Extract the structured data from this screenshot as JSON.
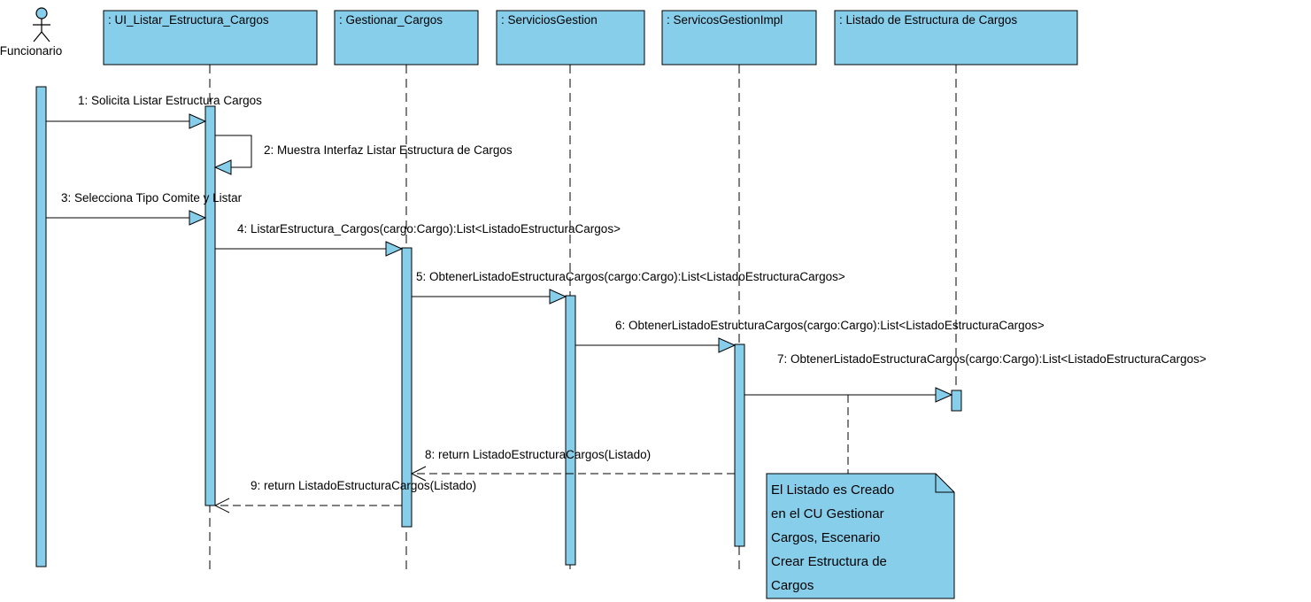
{
  "diagram": {
    "actor": {
      "name": "Funcionario"
    },
    "lifelines": [
      ": UI_Listar_Estructura_Cargos",
      ": Gestionar_Cargos",
      ": ServiciosGestion",
      ": ServicosGestionImpl",
      ": Listado de Estructura de Cargos"
    ],
    "messages": [
      "1: Solicita Listar Estructura  Cargos",
      "2: Muestra Interfaz Listar Estructura de Cargos",
      "3: Selecciona Tipo Comite y Listar",
      "4: ListarEstructura_Cargos(cargo:Cargo):List<ListadoEstructuraCargos>",
      "5: ObtenerListadoEstructuraCargos(cargo:Cargo):List<ListadoEstructuraCargos>",
      "6: ObtenerListadoEstructuraCargos(cargo:Cargo):List<ListadoEstructuraCargos>",
      "7: ObtenerListadoEstructuraCargos(cargo:Cargo):List<ListadoEstructuraCargos>",
      "8: return ListadoEstructuraCargos(Listado)",
      "9: return ListadoEstructuraCargos(Listado)"
    ],
    "note": [
      "El Listado es Creado",
      "en el CU Gestionar",
      "Cargos, Escenario",
      "Crear Estructura de",
      "Cargos"
    ],
    "colors": {
      "fill": "#87CEEB",
      "stroke": "#000000"
    }
  }
}
